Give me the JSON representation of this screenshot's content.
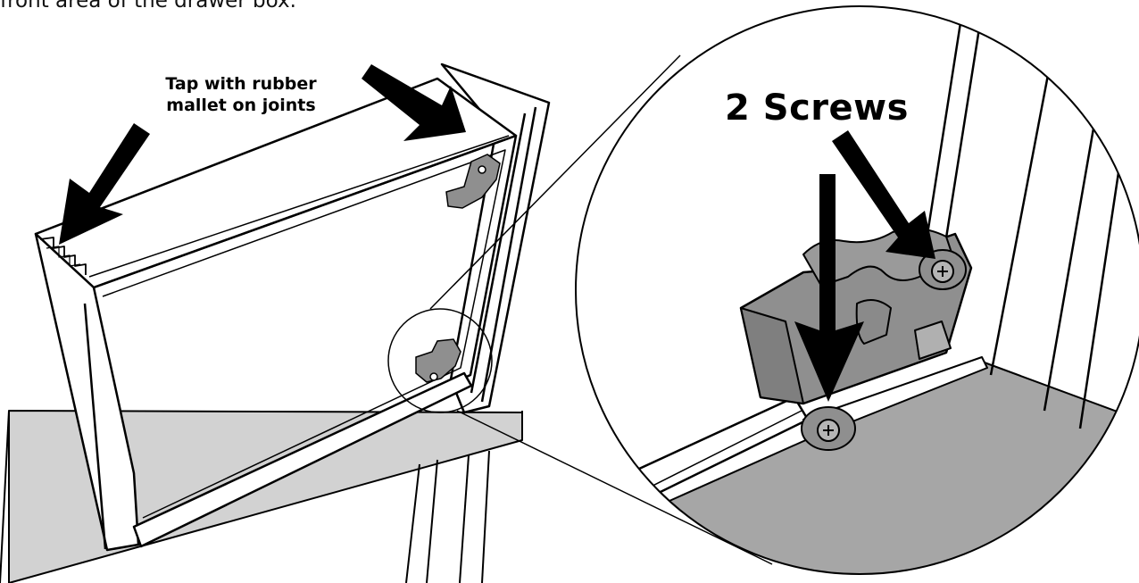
{
  "caption": "front area of the drawer box.",
  "callouts": {
    "mallet_line1": "Tap with rubber",
    "mallet_line2": "mallet on joints",
    "screws": "2 Screws"
  },
  "colors": {
    "ink": "#000000",
    "counter_gray": "#d2d2d2",
    "floor_gray": "#a6a6a6",
    "part_gray": "#8f8f8f"
  }
}
